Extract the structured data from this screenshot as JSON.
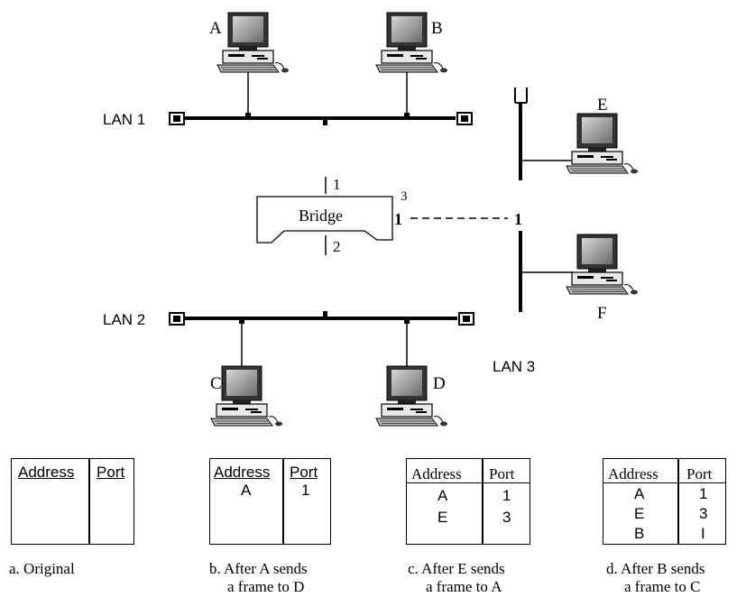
{
  "computers": {
    "a": "A",
    "b": "B",
    "c": "C",
    "d": "D",
    "e": "E",
    "f": "F"
  },
  "lans": {
    "lan1": "LAN 1",
    "lan2": "LAN 2",
    "lan3": "LAN 3"
  },
  "bridge": {
    "label": "Bridge",
    "port_top": "1",
    "port_bottom": "2",
    "port_right_small": "3",
    "port_right": "1",
    "link_end": "1"
  },
  "tables": {
    "a": {
      "headers": [
        "Address",
        "Port"
      ],
      "rows": [],
      "caption_line1": "a. Original",
      "caption_line2": ""
    },
    "b": {
      "headers": [
        "Address",
        "Port"
      ],
      "rows": [
        [
          "A",
          "1"
        ]
      ],
      "caption_line1": "b. After A sends",
      "caption_line2": "a frame to D"
    },
    "c": {
      "headers": [
        "Address",
        "Port"
      ],
      "rows": [
        [
          "A",
          "1"
        ],
        [
          "E",
          "3"
        ]
      ],
      "caption_line1": "c. After E sends",
      "caption_line2": "a frame to A"
    },
    "d": {
      "headers": [
        "Address",
        "Port"
      ],
      "rows": [
        [
          "A",
          "1"
        ],
        [
          "E",
          "3"
        ],
        [
          "B",
          "I"
        ]
      ],
      "caption_line1": "d. After B sends",
      "caption_line2": "a frame to C"
    }
  }
}
